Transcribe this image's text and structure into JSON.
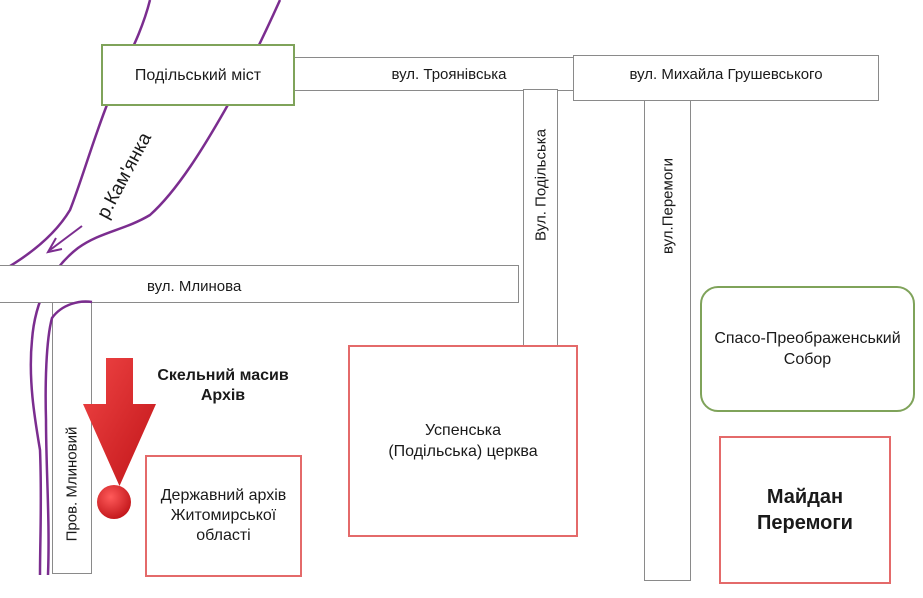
{
  "map": {
    "river": {
      "label": "р.Кам'янка",
      "color": "#7b2d8f"
    },
    "streets": {
      "troianivska": "вул. Троянівська",
      "hrushevskoho": "вул. Михайла Грушевського",
      "podilska": "Вул. Подільська",
      "peremohy": "вул.Перемоги",
      "mlynova": "вул. Млинова",
      "mlynovyi": "Пров. Млиновий"
    },
    "landmarks": {
      "podilskyi_mist": "Подільський міст",
      "sobor": "Спасо-Преображенський Собор",
      "uspenska": "Успенська (Подільська) церква",
      "maidan": "Майдан Перемоги",
      "archive": "Державний архів Житомирської області",
      "rock": "Скельний масив Архів"
    },
    "marker": {
      "color": "#d62024",
      "icon": "red-down-arrow"
    },
    "colors": {
      "street_border": "#8a8a8a",
      "green_border": "#7fa35a",
      "red_border": "#e46a6a"
    }
  }
}
